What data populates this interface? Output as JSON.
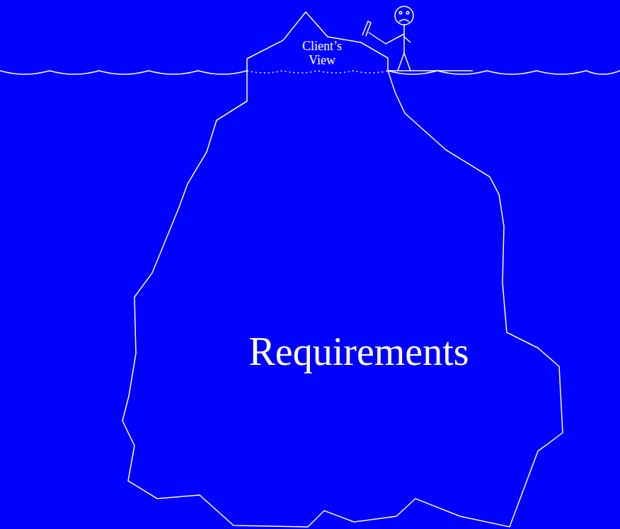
{
  "diagram": {
    "nodes": [
      {
        "text": [
          "Requirements"
        ]
      },
      {
        "text": [
          "Client’s View"
        ],
        "in": 0
      }
    ]
  }
}
